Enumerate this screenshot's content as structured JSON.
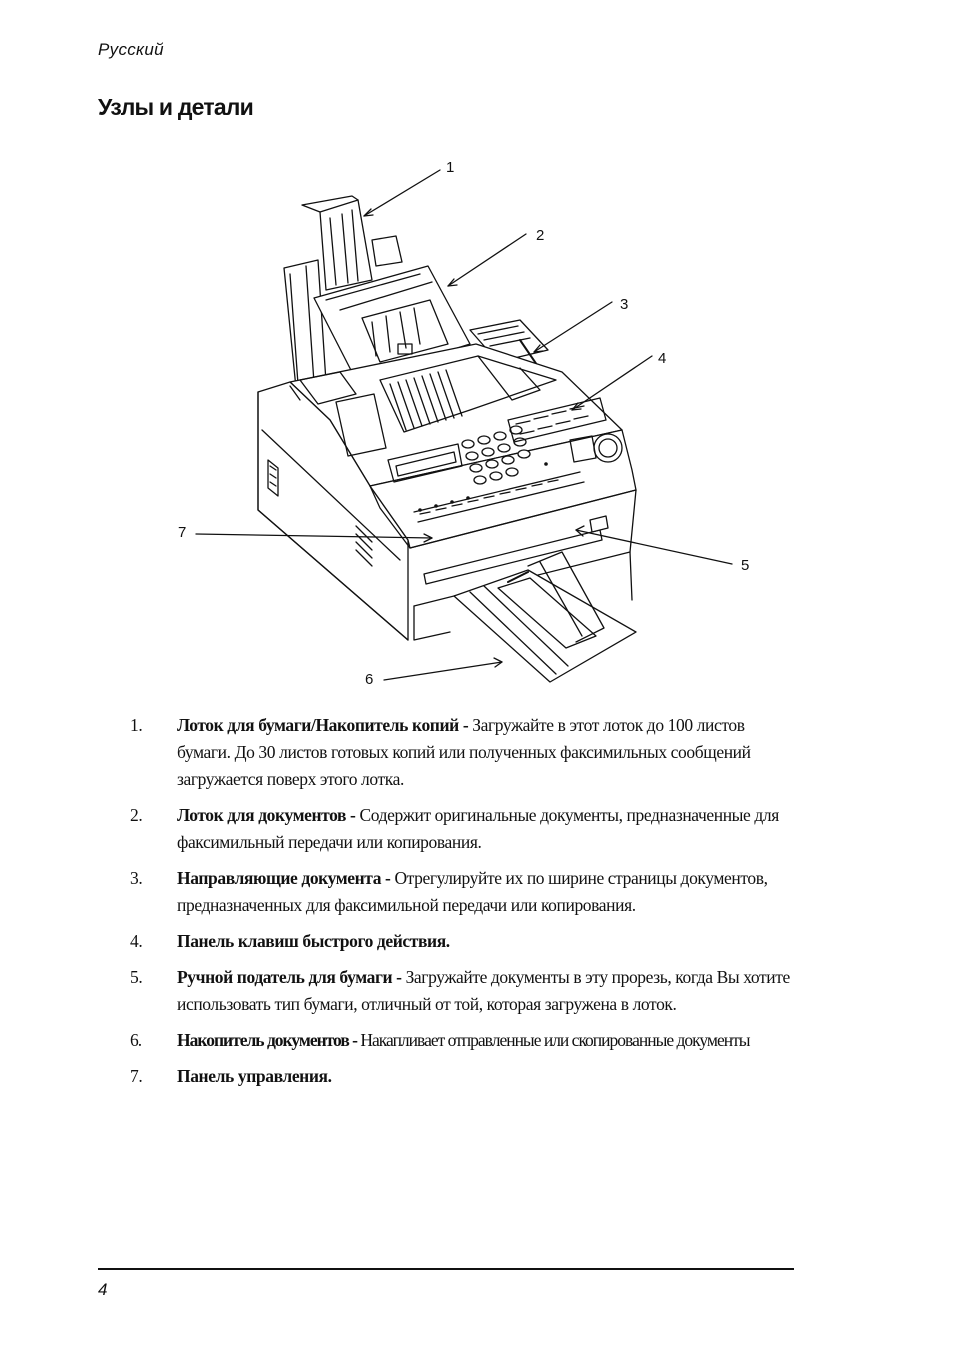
{
  "header": {
    "language": "Русский"
  },
  "title": "Узлы и детали",
  "figure": {
    "callouts": [
      "1",
      "2",
      "3",
      "4",
      "5",
      "6",
      "7"
    ],
    "icon": "fax-machine-illustration"
  },
  "items": [
    {
      "number": "1.",
      "term": "Лоток для бумаги/Накопитель копий -",
      "text": " Загружайте в этот лоток до 100 листов бумаги. До 30 листов готовых копий или полученных факсимильных сообщений загружается поверх этого лотка."
    },
    {
      "number": "2.",
      "term": "Лоток для документов -",
      "text": " Содержит оригинальные документы, предназначенные для факсимильный передачи или копирования."
    },
    {
      "number": "3.",
      "term": "Направляющие документа -",
      "text": " Отрегулируйте их по ширине страницы документов, предназначенных для факсимильной передачи или копирования."
    },
    {
      "number": "4.",
      "term": "Панель клавиш быстрого действия.",
      "text": ""
    },
    {
      "number": "5.",
      "term": "Ручной податель для бумаги -",
      "text": " Загружайте документы в эту прорезь, когда Вы хотите использовать тип бумаги, отличный от той, которая загружена в лоток."
    },
    {
      "number": "6.",
      "term": "Накопитель документов -",
      "text": " Накапливает отправленные или скопированные документы"
    },
    {
      "number": "7.",
      "term": "Панель управления.",
      "text": ""
    }
  ],
  "footer": {
    "page_number": "4"
  }
}
